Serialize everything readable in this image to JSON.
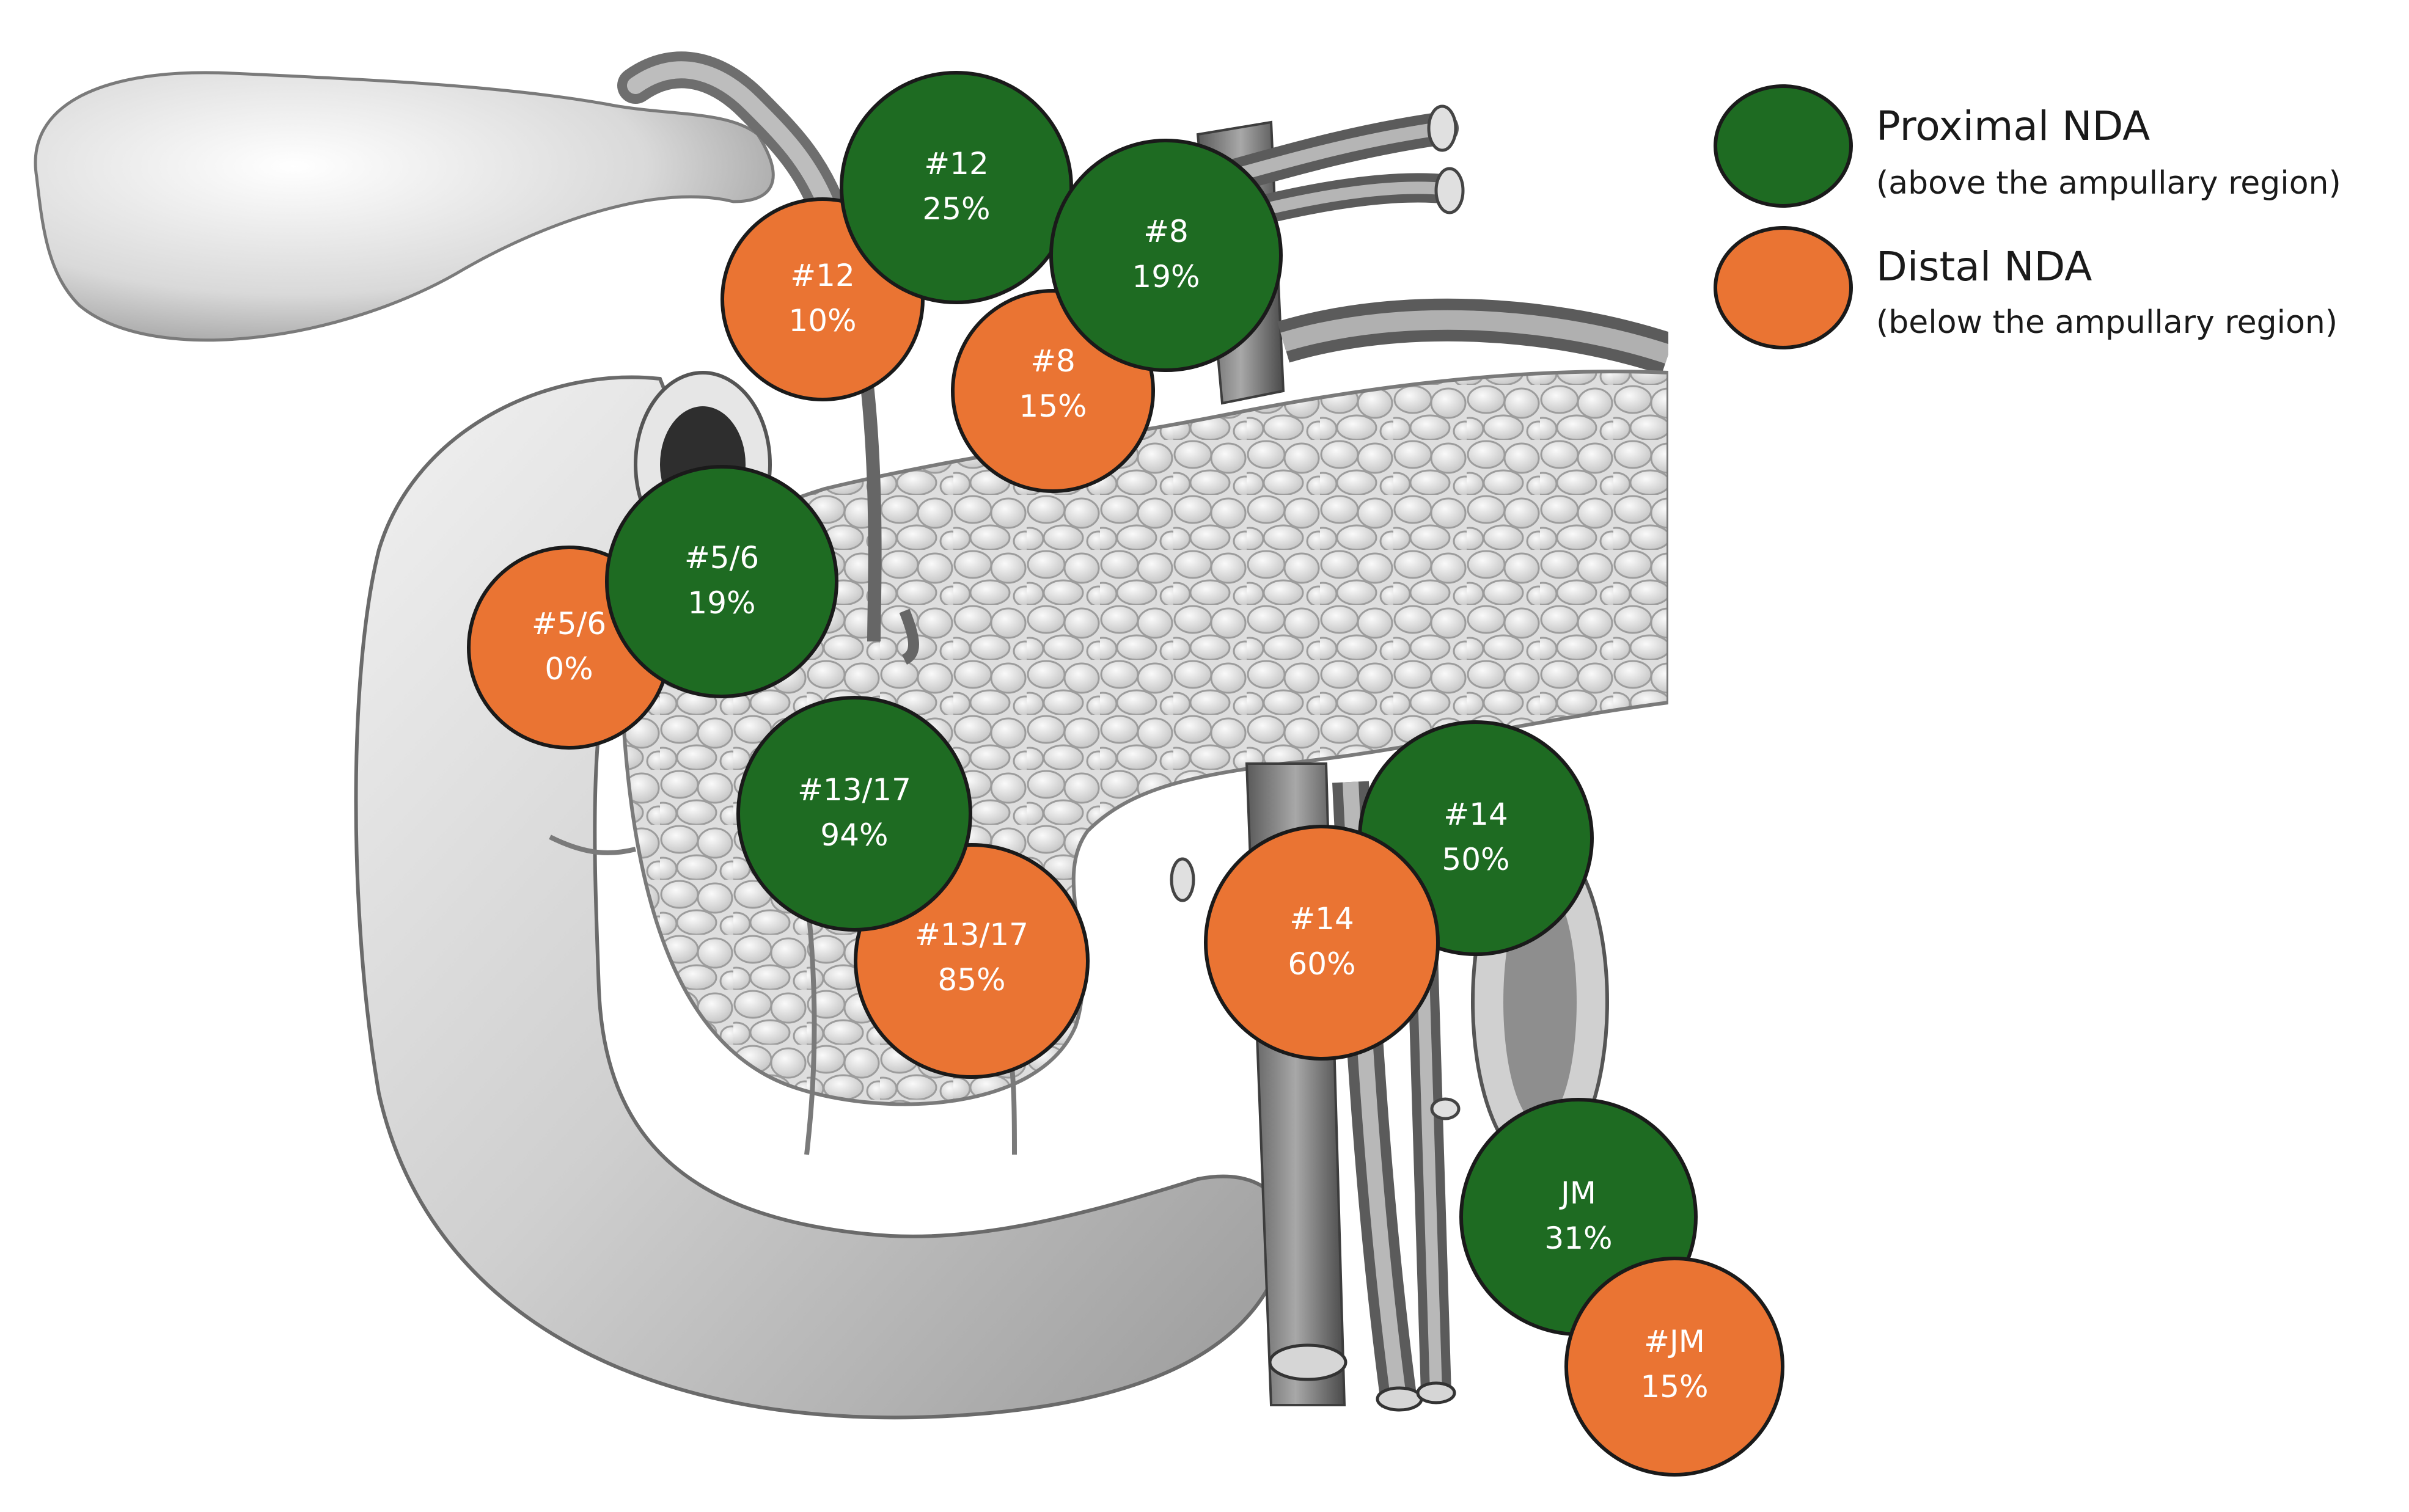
{
  "colors": {
    "proximal": "#1e6b22",
    "distal": "#ea7433",
    "outline": "#1a1a1a"
  },
  "legend": {
    "proximal": {
      "title": "Proximal NDA",
      "subtitle": "(above the ampullary region)"
    },
    "distal": {
      "title": "Distal NDA",
      "subtitle": "(below the ampullary region)"
    }
  },
  "stations": [
    {
      "id": "12",
      "proximal": {
        "label": "#12",
        "value": "25%"
      },
      "distal": {
        "label": "#12",
        "value": "10%"
      }
    },
    {
      "id": "8",
      "proximal": {
        "label": "#8",
        "value": "19%"
      },
      "distal": {
        "label": "#8",
        "value": "15%"
      }
    },
    {
      "id": "5-6",
      "proximal": {
        "label": "#5/6",
        "value": "19%"
      },
      "distal": {
        "label": "#5/6",
        "value": "0%"
      }
    },
    {
      "id": "13-17",
      "proximal": {
        "label": "#13/17",
        "value": "94%"
      },
      "distal": {
        "label": "#13/17",
        "value": "85%"
      }
    },
    {
      "id": "14",
      "proximal": {
        "label": "#14",
        "value": "50%"
      },
      "distal": {
        "label": "#14",
        "value": "60%"
      }
    },
    {
      "id": "jm",
      "proximal": {
        "label": "JM",
        "value": "31%"
      },
      "distal": {
        "label": "#JM",
        "value": "15%"
      }
    }
  ]
}
